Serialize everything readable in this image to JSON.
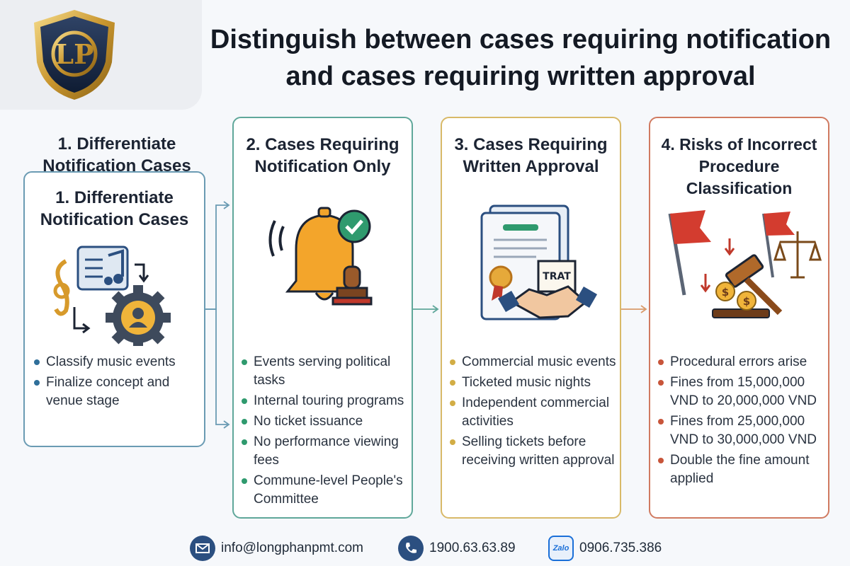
{
  "header": {
    "logo_text": "LP",
    "title_line1": "Distinguish between cases requiring notification",
    "title_line2": "and cases requiring written approval"
  },
  "columns": [
    {
      "title_line1": "1. Differentiate",
      "title_line2": "Notification Cases",
      "card_title_line1": "1. Differentiate",
      "card_title_line2": "Notification Cases",
      "icon": "music-note-gear-icon",
      "bullets": [
        "Classify music events",
        "Finalize concept and venue stage"
      ]
    },
    {
      "title_line1": "2. Cases Requiring",
      "title_line2": "Notification Only",
      "icon": "bell-check-stamp-icon",
      "bullets": [
        "Events serving political tasks",
        "Internal touring programs",
        "No ticket issuance",
        "No performance viewing fees",
        "Commune-level People's Committee"
      ]
    },
    {
      "title_line1": "3. Cases Requiring",
      "title_line2": "Written Approval",
      "icon": "document-handshake-icon",
      "doc_label": "TRAT",
      "bullets": [
        "Commercial music events",
        "Ticketed music nights",
        "Independent commercial activities",
        "Selling tickets before receiving written approval"
      ]
    },
    {
      "title_line1": "4. Risks of Incorrect",
      "title_line2": "Procedure Classification",
      "icon": "flags-gavel-scales-icon",
      "coin_symbol": "$",
      "bullets": [
        "Procedural errors arise",
        "Fines from 15,000,000 VND to 20,000,000 VND",
        "Fines from 25,000,000 VND to 30,000,000 VND",
        "Double the fine amount applied"
      ]
    }
  ],
  "footer": {
    "email": "info@longphanpmt.com",
    "phone": "1900.63.63.89",
    "zalo_label": "Zalo",
    "zalo": "0906.735.386"
  },
  "colors": {
    "col1": "#6a9bb3",
    "col2": "#5fa79a",
    "col3": "#d8b968",
    "col4": "#d07a60",
    "navy": "#2b4f80"
  }
}
